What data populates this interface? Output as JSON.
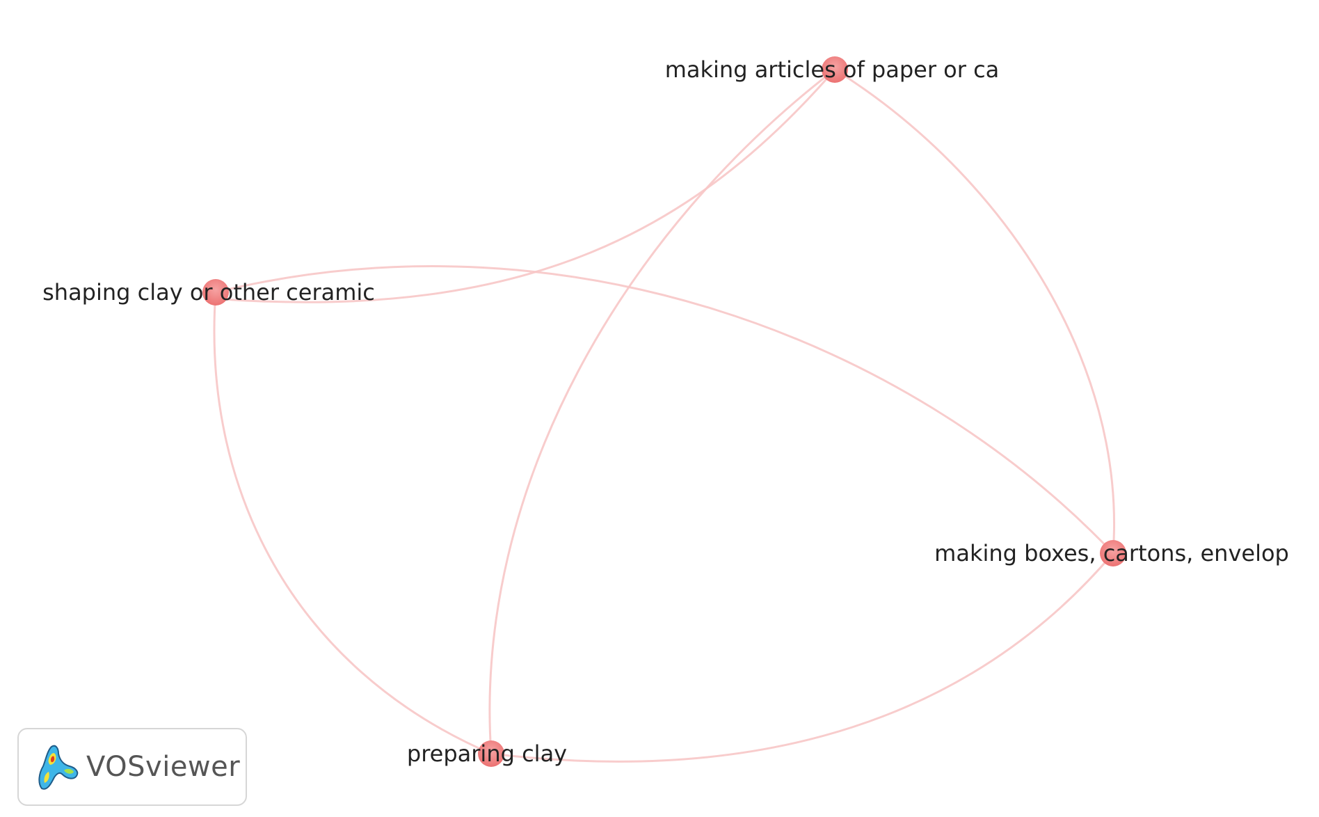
{
  "network": {
    "nodes": [
      {
        "id": "n1",
        "label": "making articles of paper or ca",
        "color": "#f08080"
      },
      {
        "id": "n2",
        "label": "shaping clay or other ceramic",
        "color": "#f08080"
      },
      {
        "id": "n3",
        "label": "making boxes, cartons, envelop",
        "color": "#f08080"
      },
      {
        "id": "n4",
        "label": "preparing clay",
        "color": "#f08080"
      }
    ],
    "links": [
      {
        "source": "n1",
        "target": "n2"
      },
      {
        "source": "n1",
        "target": "n3"
      },
      {
        "source": "n1",
        "target": "n4"
      },
      {
        "source": "n2",
        "target": "n3"
      },
      {
        "source": "n2",
        "target": "n4"
      },
      {
        "source": "n3",
        "target": "n4"
      }
    ],
    "link_color": "#f7c6c6"
  },
  "branding": {
    "logo_text": "VOSviewer",
    "logo_icon": "vosviewer-density-icon"
  }
}
